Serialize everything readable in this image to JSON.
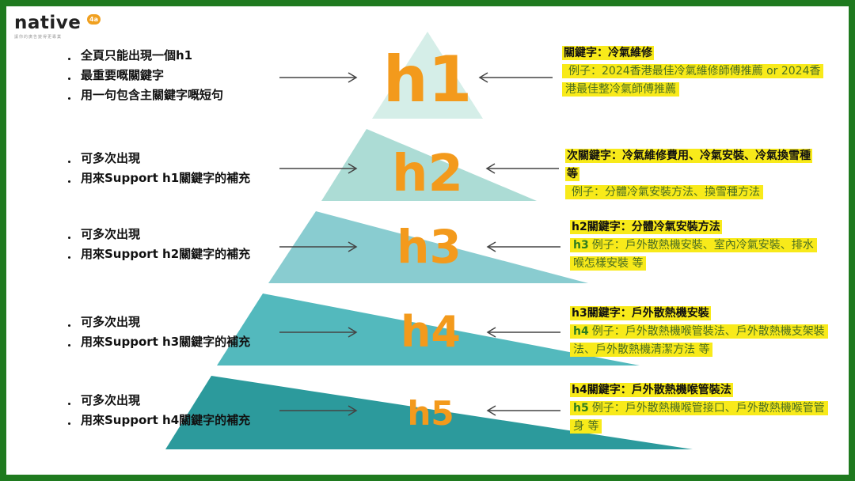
{
  "logo": {
    "word": "native",
    "badge": "4a",
    "subtitle": "讓你的廣告變得更專業"
  },
  "colors": {
    "frame": "#1f7a1f",
    "heading_text": "#f39a1c",
    "highlight": "#f8ea1a",
    "tiers": [
      "#d5eee8",
      "#acdcd5",
      "#89ccd0",
      "#53b9bd",
      "#2c9a9c"
    ]
  },
  "levels": [
    {
      "heading": "h1",
      "left_points": [
        "全頁只能出現一個h1",
        "最重要嘅關鍵字",
        "用一句包含主關鍵字嘅短句"
      ],
      "keyword_line": "關鍵字：冷氣維修",
      "example_label": "",
      "example_line": "例子：2024香港最佳冷氣維修師傅推薦 or 2024香港最佳整冷氣師傅推薦"
    },
    {
      "heading": "h2",
      "left_points": [
        "可多次出現",
        "用來Support h1關鍵字的補充"
      ],
      "keyword_line": "次關鍵字：冷氣維修費用、冷氣安裝、冷氣換雪種 等",
      "example_label": "",
      "example_line": "例子：分體冷氣安裝方法、換雪種方法"
    },
    {
      "heading": "h3",
      "left_points": [
        "可多次出現",
        "用來Support h2關鍵字的補充"
      ],
      "keyword_line": "h2關鍵字：分體冷氣安裝方法",
      "example_label": "h3",
      "example_line": "例子：戶外散熱機安裝、室內冷氣安裝、排水喉怎樣安裝 等"
    },
    {
      "heading": "h4",
      "left_points": [
        "可多次出現",
        "用來Support h3關鍵字的補充"
      ],
      "keyword_line": "h3關鍵字：戶外散熱機安裝",
      "example_label": "h4",
      "example_line": "例子：戶外散熱機喉管裝法、戶外散熱機支架裝法、戶外散熱機清潔方法 等"
    },
    {
      "heading": "h5",
      "left_points": [
        "可多次出現",
        "用來Support h4關鍵字的補充"
      ],
      "keyword_line": "h4關鍵字：戶外散熱機喉管裝法",
      "example_label": "h5",
      "example_line": "例子：戶外散熱機喉管接口、戶外散熱機喉管管身 等"
    }
  ]
}
